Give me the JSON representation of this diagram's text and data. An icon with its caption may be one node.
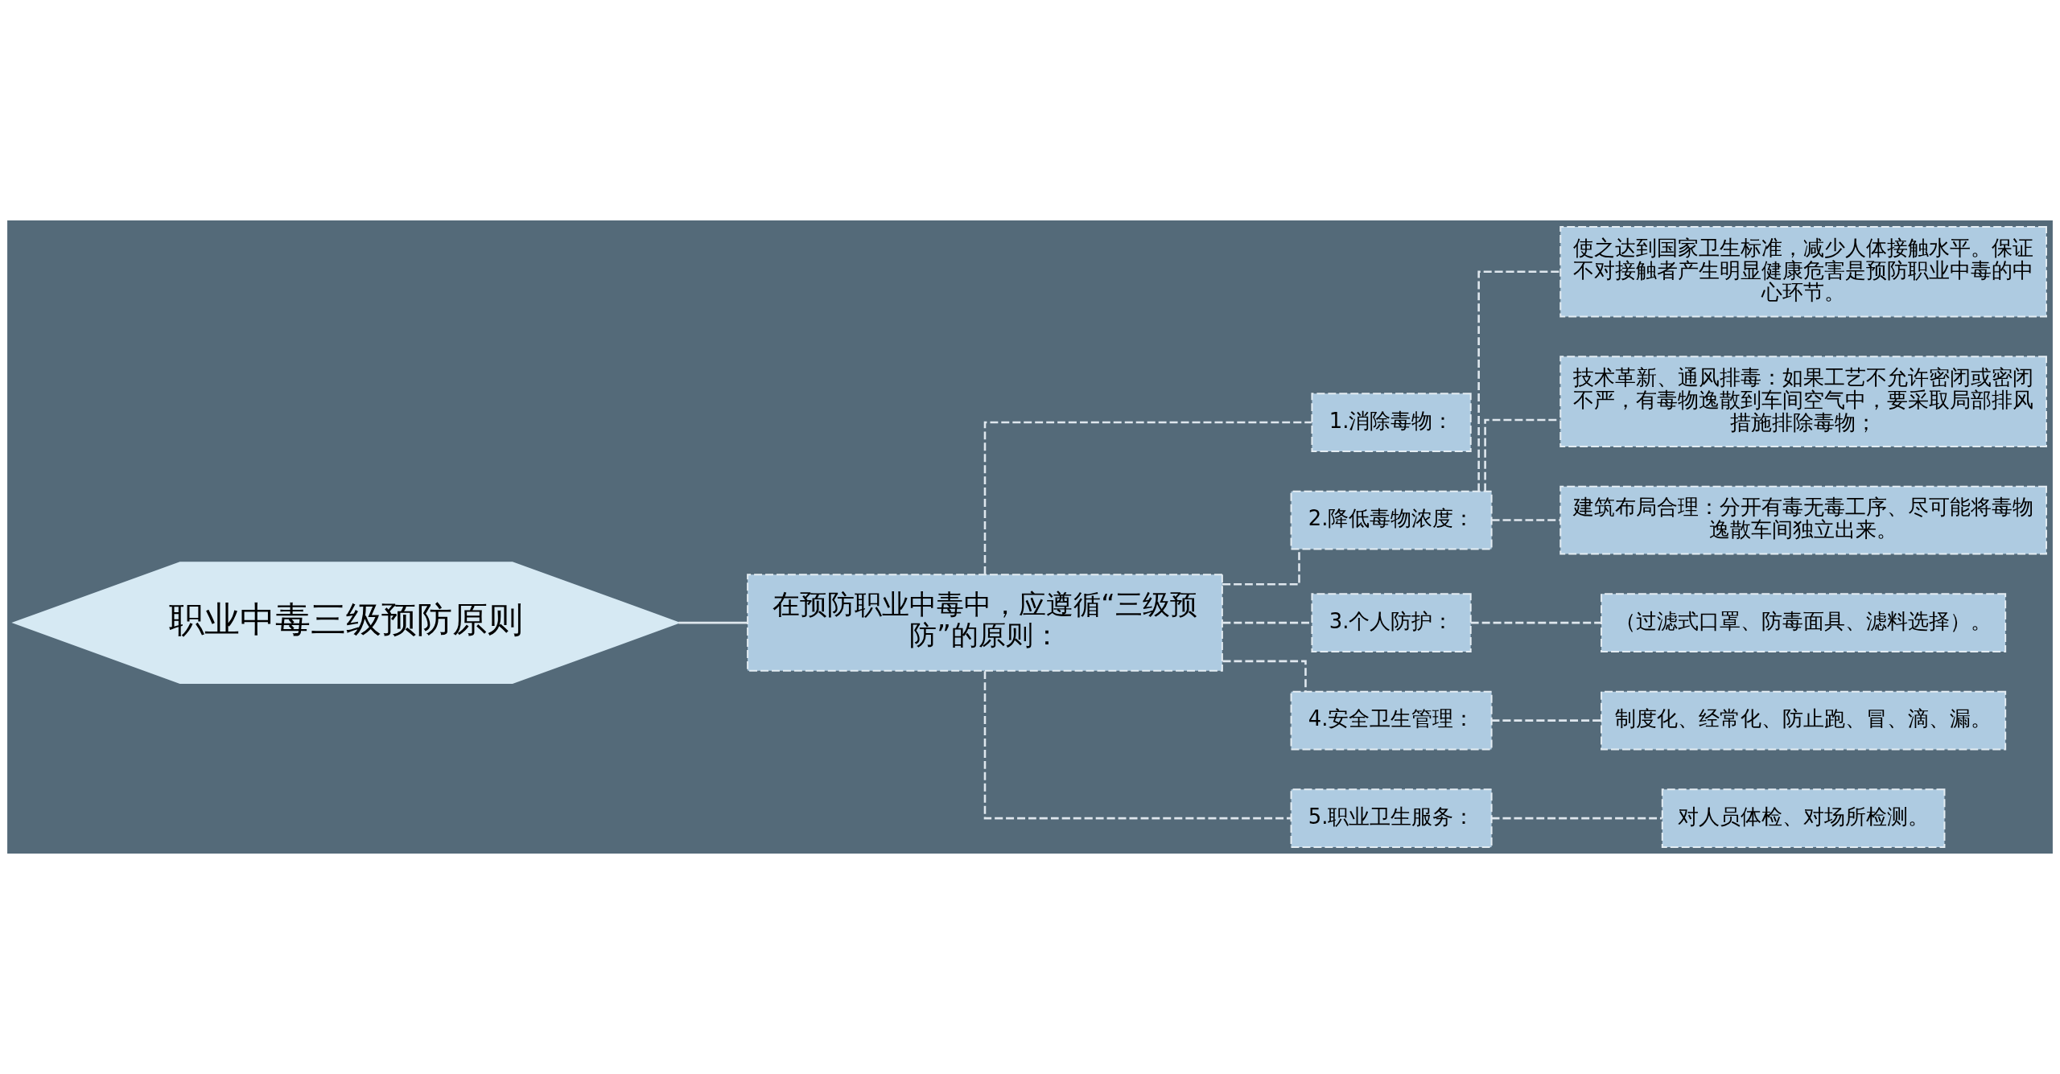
{
  "diagram": {
    "nodes": [
      {
        "text": [
          "职业中毒三级预防原则"
        ]
      },
      {
        "text": [
          "在预防职业中毒中，应遵循“三级预防”的原则："
        ]
      },
      {
        "text": [
          "1.消除毒物："
        ]
      },
      {
        "text": [
          "2.降低毒物浓度："
        ]
      },
      {
        "text": [
          "使之达到国家卫生标准，减少人体接触水平。保证不对接触者产生明显健康危害是预防职业中毒的中心环节。"
        ]
      },
      {
        "text": [
          "技术革新、通风排毒：如果工艺不允许密闭或密闭不严，有毒物逸散到车间空气中，要采取局部排风措施排除毒物；"
        ]
      },
      {
        "text": [
          "建筑布局合理：分开有毒无毒工序、尽可能将毒物逸散车间独立出来。"
        ]
      },
      {
        "text": [
          "3.个人防护："
        ]
      },
      {
        "text": [
          "（过滤式口罩、防毒面具、滤料选择）。"
        ]
      },
      {
        "text": [
          "4.安全卫生管理："
        ]
      },
      {
        "text": [
          "制度化、经常化、防止跑、冒、滴、漏。"
        ]
      },
      {
        "text": [
          "5.职业卫生服务："
        ]
      },
      {
        "text": [
          "对人员体检、对场所检测。"
        ]
      }
    ],
    "edges": [
      {
        "from": 0,
        "to": 1,
        "arrow": "none"
      },
      {
        "from": 1,
        "to": 2,
        "arrow": "none",
        "style": "dashed"
      },
      {
        "from": 1,
        "to": 3,
        "arrow": "none",
        "style": "dashed"
      },
      {
        "from": 3,
        "to": 4,
        "arrow": "none",
        "style": "dashed"
      },
      {
        "from": 3,
        "to": 5,
        "arrow": "none",
        "style": "dashed"
      },
      {
        "from": 3,
        "to": 6,
        "arrow": "none",
        "style": "dashed"
      },
      {
        "from": 1,
        "to": 7,
        "arrow": "none",
        "style": "dashed"
      },
      {
        "from": 7,
        "to": 8,
        "arrow": "none",
        "style": "dashed"
      },
      {
        "from": 1,
        "to": 9,
        "arrow": "none",
        "style": "dashed"
      },
      {
        "from": 9,
        "to": 10,
        "arrow": "none",
        "style": "dashed"
      },
      {
        "from": 1,
        "to": 11,
        "arrow": "none",
        "style": "dashed"
      },
      {
        "from": 11,
        "to": 12,
        "arrow": "none",
        "style": "dashed"
      }
    ]
  }
}
